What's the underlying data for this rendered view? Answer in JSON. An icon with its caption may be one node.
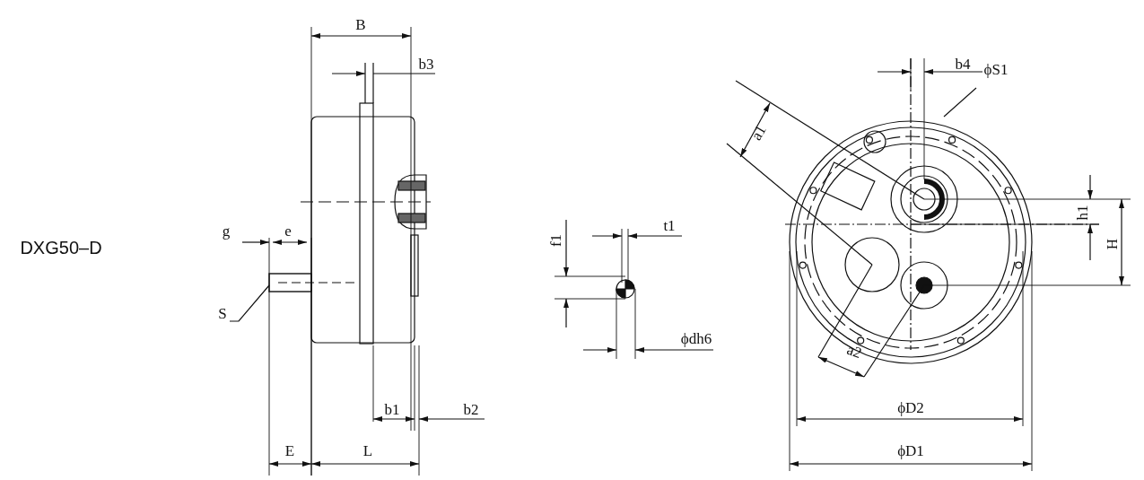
{
  "diagram": {
    "nodes": [
      {
        "text": [
          "S"
        ]
      },
      {
        "text": [],
        "shape": "box"
      }
    ],
    "edges": [
      {
        "from": 0,
        "to": 1,
        "arrow": "none"
      }
    ],
    "labels": [
      "DXG50–D",
      "B",
      "b3",
      "g",
      "e",
      "b1",
      "b2",
      "E",
      "L",
      "f1",
      "t1",
      "ϕdh6",
      "b4",
      "ϕS1",
      "a1",
      "h1",
      "H",
      "a2",
      "ϕD2",
      "ϕD1"
    ]
  }
}
